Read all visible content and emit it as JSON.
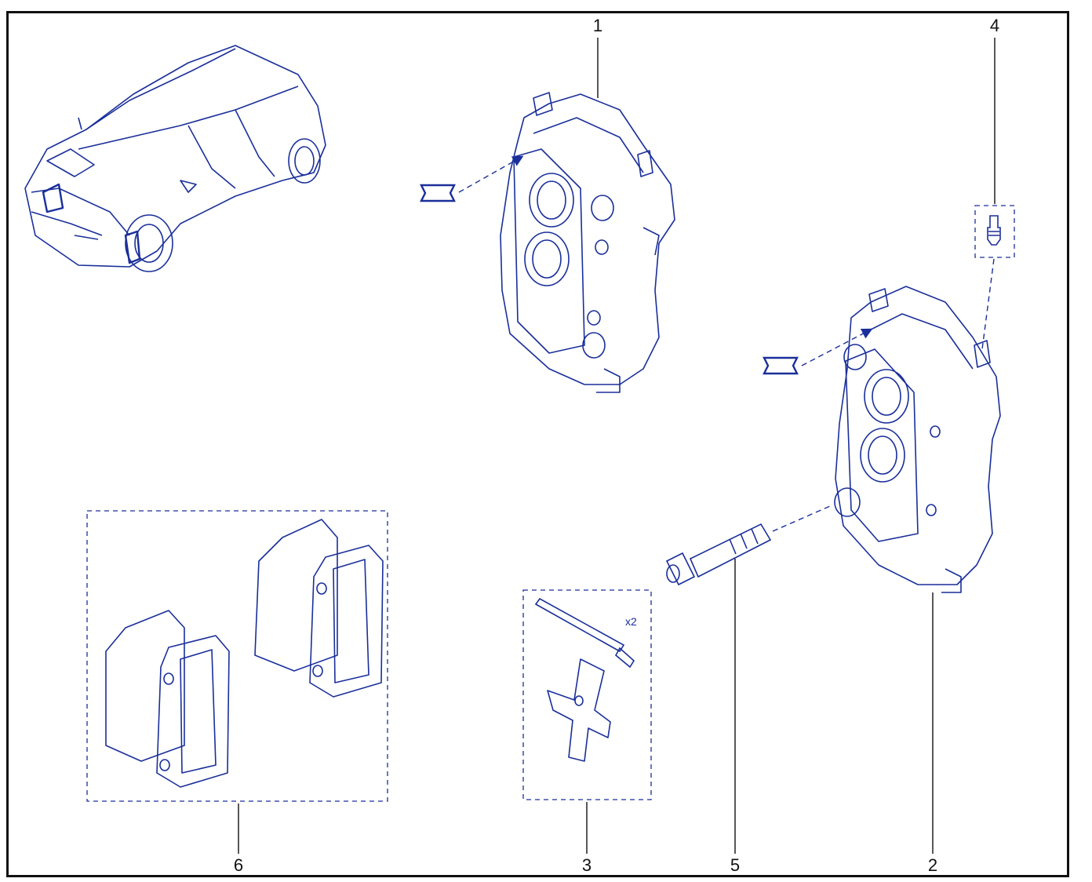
{
  "diagram": {
    "callouts": {
      "caliper_front_label": "1",
      "caliper_rear_label": "2",
      "fitting_kit_label": "3",
      "bleed_screw_label": "4",
      "bolt_label": "5",
      "brake_pads_label": "6"
    },
    "kit_quantity": "x2",
    "icons": [
      "car-icon",
      "caliper-icon",
      "bleed-screw-icon",
      "bolt-icon",
      "pin-icon",
      "spring-clip-icon",
      "brake-pad-icon",
      "seal-kit-icon"
    ],
    "colors": {
      "line": "#1a2f9a",
      "frame": "#111111",
      "background": "#ffffff"
    }
  }
}
